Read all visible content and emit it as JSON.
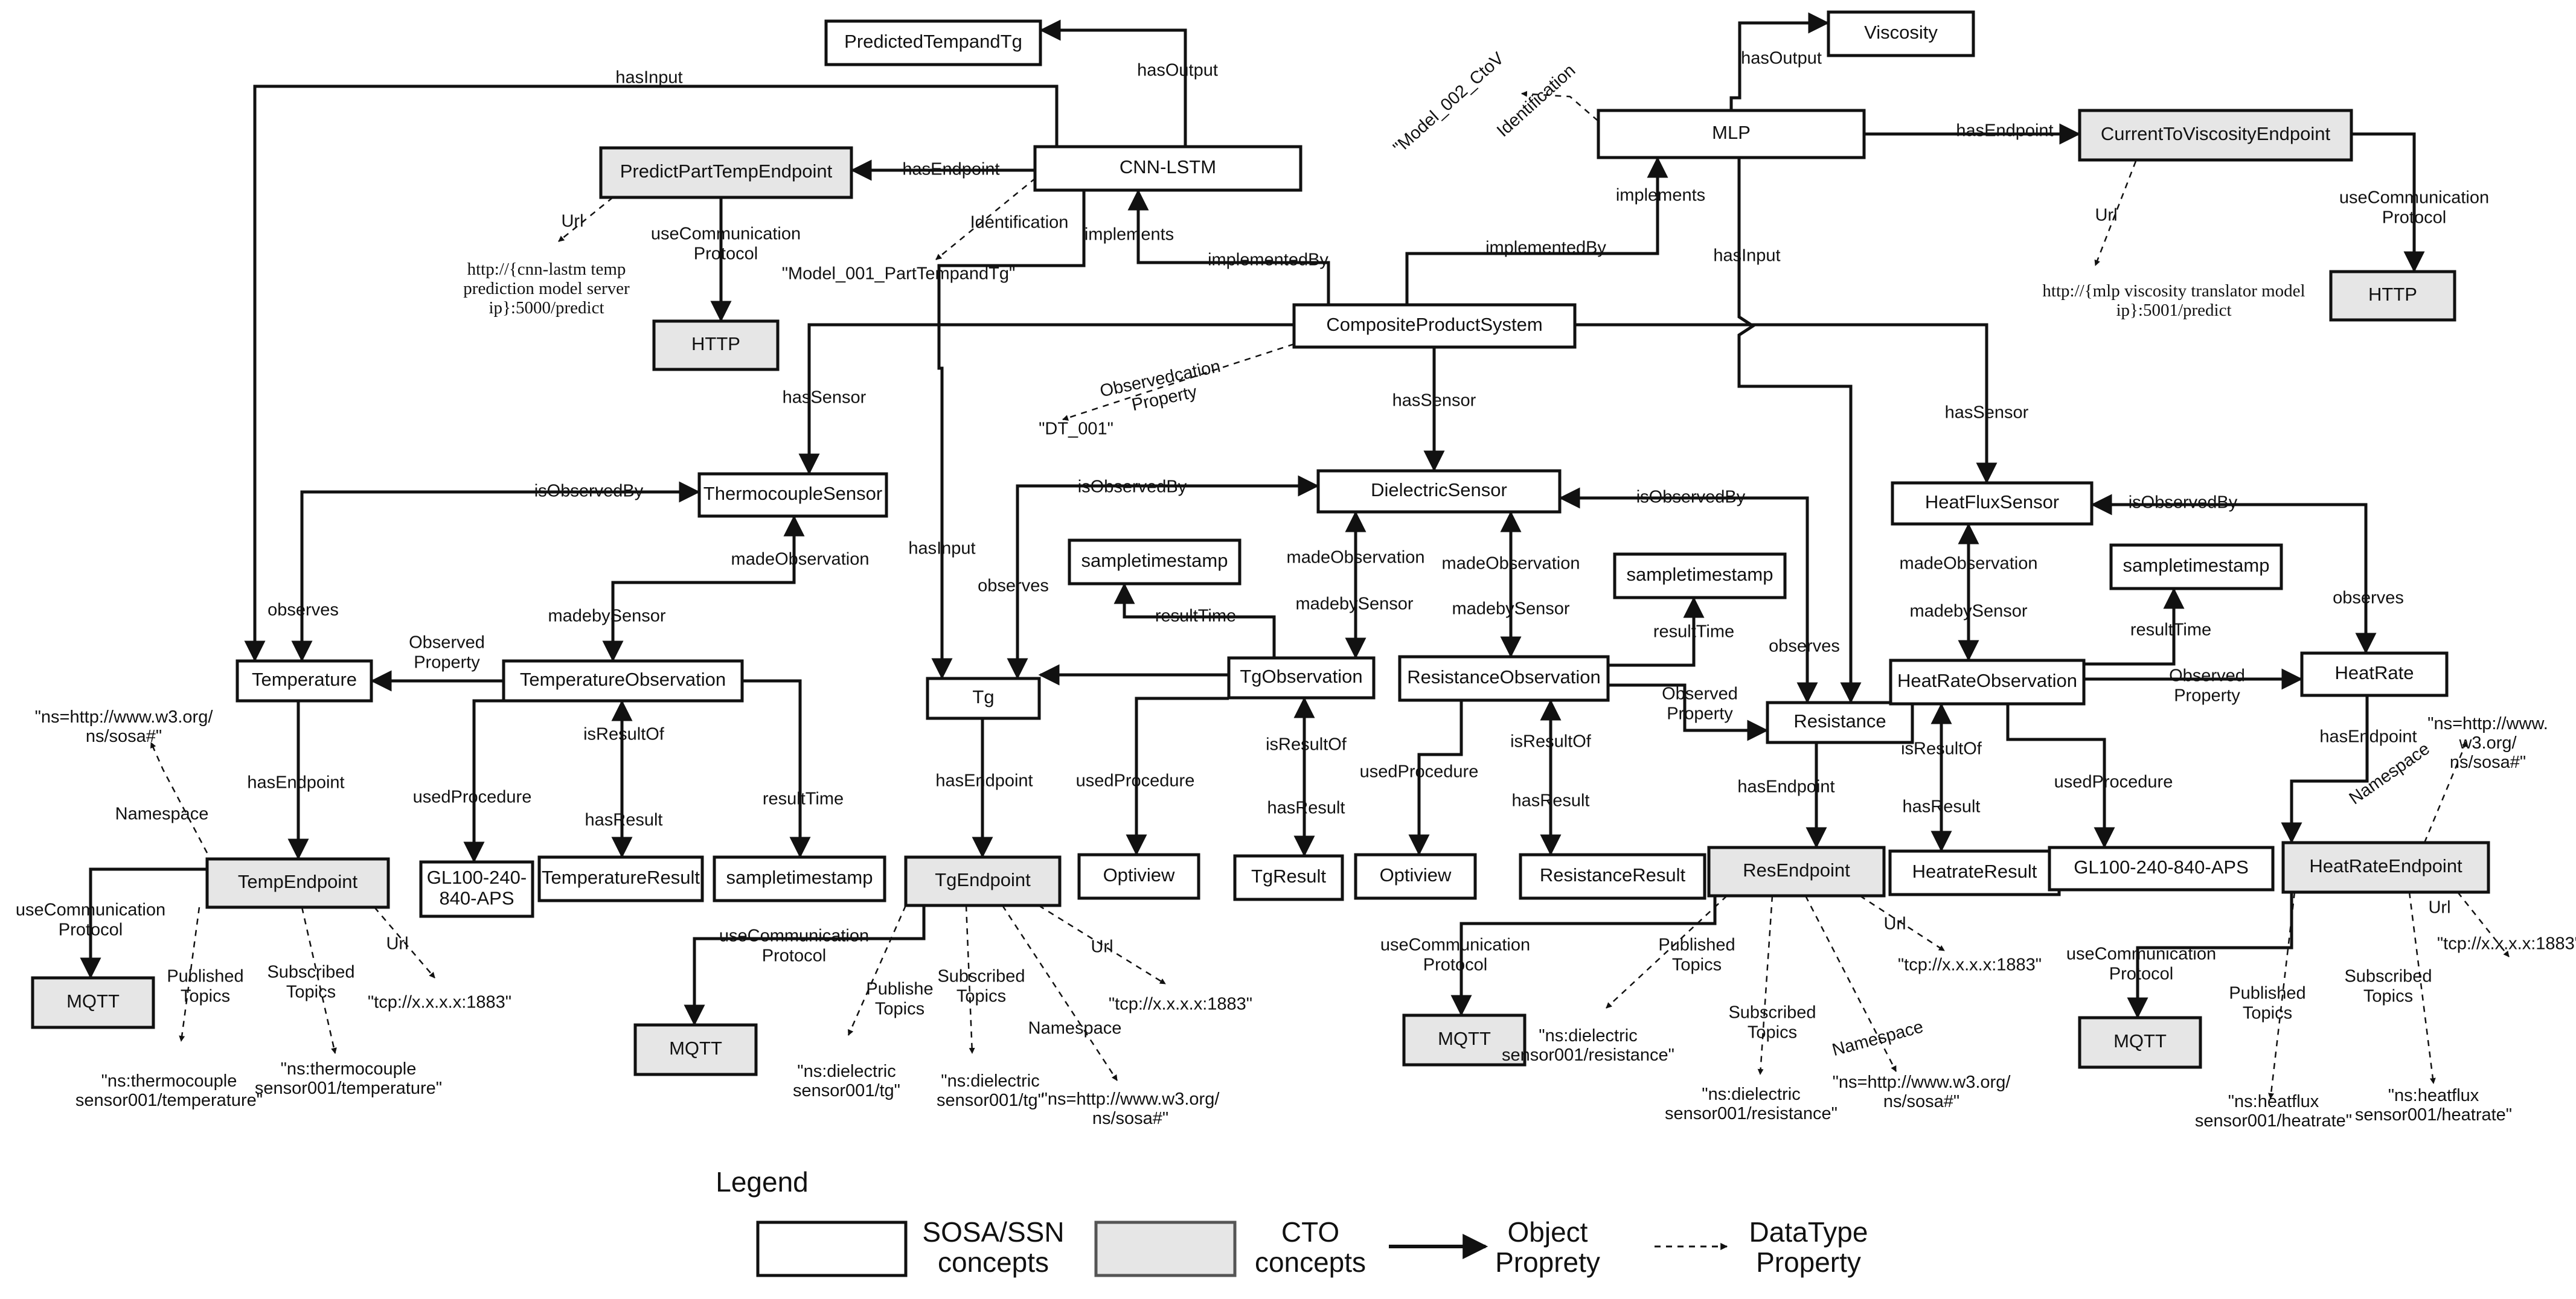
{
  "colors": {
    "sosa": "#ffffff",
    "cto": "#e6e6e6",
    "stroke": "#111111"
  },
  "nodes": {
    "predictedtg": "PredictedTempandTg",
    "viscosity": "Viscosity",
    "cnnlstm": "CNN-LSTM",
    "mlp": "MLP",
    "predictendpoint": "PredictPartTempEndpoint",
    "cvendpoint": "CurrentToViscosityEndpoint",
    "http1": "HTTP",
    "http2": "HTTP",
    "cps": "CompositeProductSystem",
    "thermo": "ThermocoupleSensor",
    "dielectric": "DielectricSensor",
    "heatflux": "HeatFluxSensor",
    "temperature": "Temperature",
    "tempobs": "TemperatureObservation",
    "tg": "Tg",
    "tgobs": "TgObservation",
    "resobs": "ResistanceObservation",
    "resistance": "Resistance",
    "hrobs": "HeatRateObservation",
    "heatrate": "HeatRate",
    "ts_tgobs": "sampletimestamp",
    "ts_resobs": "sampletimestamp",
    "ts_hrobs": "sampletimestamp",
    "ts_temp": "sampletimestamp",
    "gl1": "GL100-240-\n840-APS",
    "tempresult": "TemperatureResult",
    "optiview1": "Optiview",
    "tgresult": "TgResult",
    "optiview2": "Optiview",
    "resresult": "ResistanceResult",
    "hrresult": "HeatrateResult",
    "gl2": "GL100-240-840-APS",
    "tempendpoint": "TempEndpoint",
    "tgendpoint": "TgEndpoint",
    "resendpoint": "ResEndpoint",
    "hrendpoint": "HeatRateEndpoint",
    "mqtt1": "MQTT",
    "mqtt2": "MQTT",
    "mqtt3": "MQTT",
    "mqtt4": "MQTT"
  },
  "labels": {
    "hasInput": "hasInput",
    "hasOutput": "hasOutput",
    "hasEndpoint": "hasEndpoint",
    "identification": "Identification",
    "implements": "implements",
    "implementedBy": "implementedBy",
    "url": "Url",
    "useComm": "useCommunication\nProtocol",
    "hasSensor": "hasSensor",
    "observedcationProperty": "Observedcation\nProperty",
    "isObservedBy": "isObservedBy",
    "madeObservation": "madeObservation",
    "madebySensor": "madebySensor",
    "observes": "observes",
    "observedProperty": "Observed\nProperty",
    "resultTime": "resultTime",
    "isResultOf": "isResultOf",
    "hasResult": "hasResult",
    "usedProcedure": "usedProcedure",
    "namespace": "Namespace",
    "publishedTopics": "Published\nTopics",
    "subscribedTopics": "Subscribed\nTopics",
    "publishedTopicsB": "Publishe\nTopics"
  },
  "literals": {
    "model002": "\"Model_002_CtoV",
    "model001": "\"Model_001_PartTempandTg\"",
    "cnnUrl": "http://{cnn-lastm temp\nprediction model server\nip}:5000/predict",
    "mlpUrl": "http://{mlp viscosity translator model\nip}:5001/predict",
    "dt001": "\"DT_001\"",
    "nsSosa1": "\"ns=http://www.w3.org/\nns/sosa#\"",
    "nsSosa2": "\"ns=http://www.w3.org/\nns/sosa#\"",
    "nsSosa3": "\"ns=http://www.w3.org/\nns/sosa#\"",
    "nsSosa4": "\"ns=http://www.\nw3.org/\nns/sosa#\"",
    "tcp1": "\"tcp://x.x.x.x:1883\"",
    "tcp2": "\"tcp://x.x.x.x:1883\"",
    "tcp3": "\"tcp://x.x.x.x:1883\"",
    "tcp4": "\"tcp://x.x.x.x:1883\"",
    "thermoPub": "\"ns:thermocouple\nsensor001/temperature\"",
    "thermoSub": "\"ns:thermocouple\nsensor001/temperature\"",
    "tgPub": "\"ns:dielectric\nsensor001/tg\"",
    "tgSub": "\"ns:dielectric\nsensor001/tg\"",
    "resPub": "\"ns:dielectric\nsensor001/resistance\"",
    "resSub": "\"ns:dielectric\nsensor001/resistance\"",
    "hrPub": "\"ns:heatflux\nsensor001/heatrate\"",
    "hrSub": "\"ns:heatflux\nsensor001/heatrate\""
  },
  "legend": {
    "title": "Legend",
    "sosa": "SOSA/SSN\nconcepts",
    "cto": "CTO\nconcepts",
    "object": "Object\nProprety",
    "datatype": "DataType\nProperty"
  }
}
